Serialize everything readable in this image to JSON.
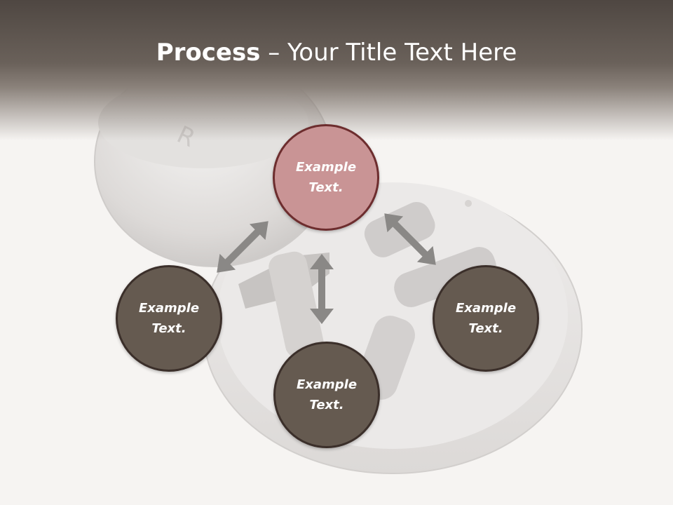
{
  "slide": {
    "title_bold": "Process",
    "title_rest": " – Your Title Text Here"
  },
  "nodes": {
    "top": {
      "line1": "Example",
      "line2": "Text."
    },
    "left": {
      "line1": "Example",
      "line2": "Text."
    },
    "right": {
      "line1": "Example",
      "line2": "Text."
    },
    "bottom": {
      "line1": "Example",
      "line2": "Text."
    }
  },
  "colors": {
    "title_band": "#5a514b",
    "main_circle": "#c99495",
    "sub_circle": "#655a50",
    "arrow": "#8a8886"
  }
}
